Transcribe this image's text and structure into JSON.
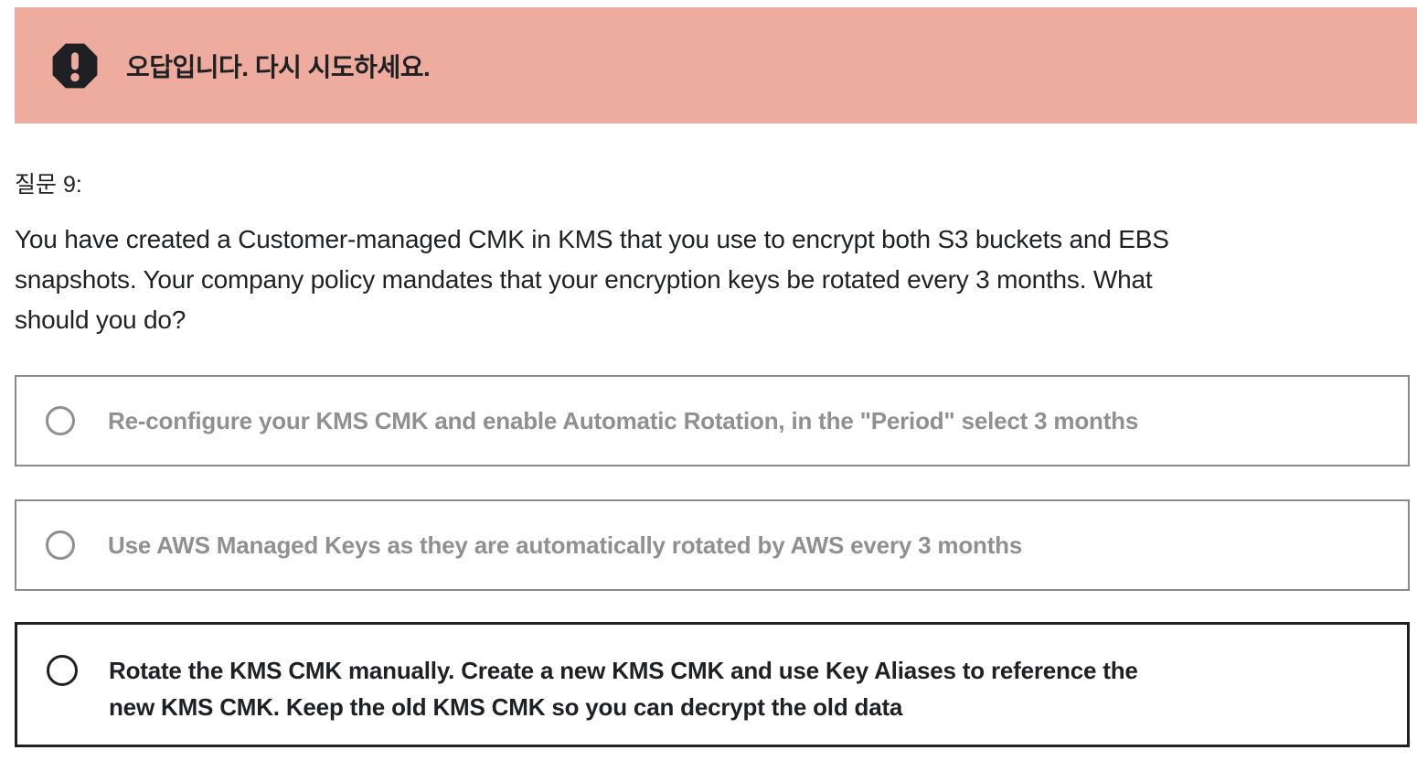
{
  "alert": {
    "message": "오답입니다. 다시 시도하세요.",
    "icon": "alert-octagon-icon",
    "bg_color": "#eeac9e",
    "icon_color": "#1f2023"
  },
  "question": {
    "label": "질문 9:",
    "text": "You have created a Customer-managed CMK in KMS that you use to encrypt both S3 buckets and EBS\nsnapshots. Your company policy mandates that your encryption keys be rotated every 3 months. What\nshould you do?"
  },
  "options": [
    {
      "label": "Re-configure your KMS CMK and enable Automatic Rotation, in the \"Period\" select 3 months",
      "state": "disabled",
      "selected": false
    },
    {
      "label": "Use AWS Managed Keys as they are automatically rotated by AWS every 3 months",
      "state": "disabled",
      "selected": false
    },
    {
      "label": "Rotate the KMS CMK manually. Create a new KMS CMK and use Key Aliases to reference the\nnew KMS CMK. Keep the old KMS CMK so you can decrypt the old data",
      "state": "active",
      "selected": false
    }
  ],
  "colors": {
    "alert_bg": "#eeac9e",
    "dark": "#1f2023",
    "disabled_text": "#909090",
    "disabled_border": "#8a8a8a",
    "page_bg": "#ffffff"
  }
}
